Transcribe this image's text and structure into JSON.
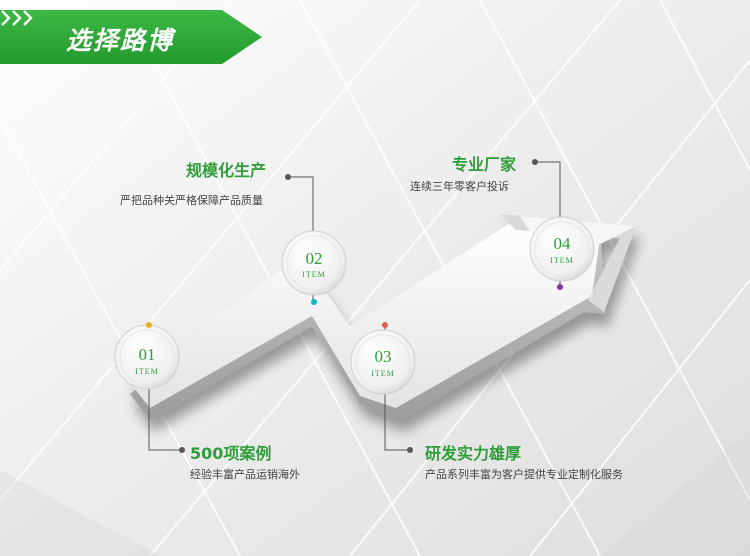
{
  "header": {
    "title": "选择路博",
    "accent_color": "#2fa338",
    "icon": "triple-chevron-right-icon"
  },
  "items": [
    {
      "num": "01",
      "tag": "ITEM",
      "title": "500项案例",
      "desc": "经验丰富产品运销海外",
      "dot_color": "#f0b020"
    },
    {
      "num": "02",
      "tag": "ITEM",
      "title": "规模化生产",
      "desc": "严把品种关严格保障产品质量",
      "dot_color": "#18b4c8"
    },
    {
      "num": "03",
      "tag": "ITEM",
      "title": "研发实力雄厚",
      "desc": "产品系列丰富为客户提供专业定制化服务",
      "dot_color": "#e05a5a"
    },
    {
      "num": "04",
      "tag": "ITEM",
      "title": "专业厂家",
      "desc": "连续三年零客户投诉",
      "dot_color": "#7a3a9a"
    }
  ]
}
